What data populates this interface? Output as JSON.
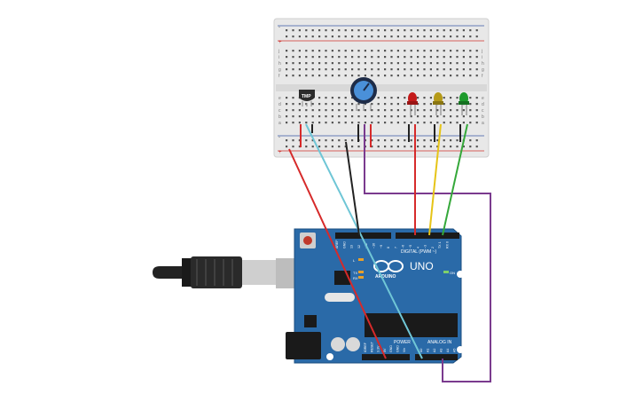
{
  "breadboard": {
    "tmp_label": "TMP",
    "row_letters_top": [
      "j",
      "i",
      "h",
      "g",
      "f"
    ],
    "row_letters_bottom": [
      "e",
      "d",
      "c",
      "b",
      "a"
    ],
    "rail_minus": "-",
    "rail_plus": "+"
  },
  "arduino": {
    "brand_text": "UNO",
    "maker_text": "ARDUINO",
    "digital_label": "DIGITAL (PWM ~)",
    "analog_label": "ANALOG IN",
    "power_label": "POWER",
    "on_label": "ON",
    "tx_label": "TX",
    "rx_label": "RX",
    "l_label": "L",
    "digital_pins": [
      "AREF",
      "GND",
      "13",
      "12",
      "~11",
      "~10",
      "~9",
      "8",
      "7",
      "~6",
      "~5",
      "4",
      "~3",
      "2",
      "TX 1",
      "RX 0"
    ],
    "analog_pins": [
      "A0",
      "A1",
      "A2",
      "A3",
      "A4",
      "A5"
    ],
    "power_pins": [
      "IOREF",
      "RESET",
      "3.3V",
      "5V",
      "GND",
      "GND",
      "Vin"
    ]
  },
  "colors": {
    "breadboard": "#e6e6e6",
    "board_blue": "#2a6aa8",
    "wire_red": "#d62a2a",
    "wire_cyan": "#6fc6d6",
    "wire_black": "#222222",
    "wire_purple": "#7a3a8e",
    "wire_yellow": "#e6c417",
    "wire_green": "#35a83a",
    "led_red": "#c41a1a",
    "led_yellow": "#b59a18",
    "led_green": "#1d9a2c",
    "pot_blue": "#4a90d9"
  }
}
